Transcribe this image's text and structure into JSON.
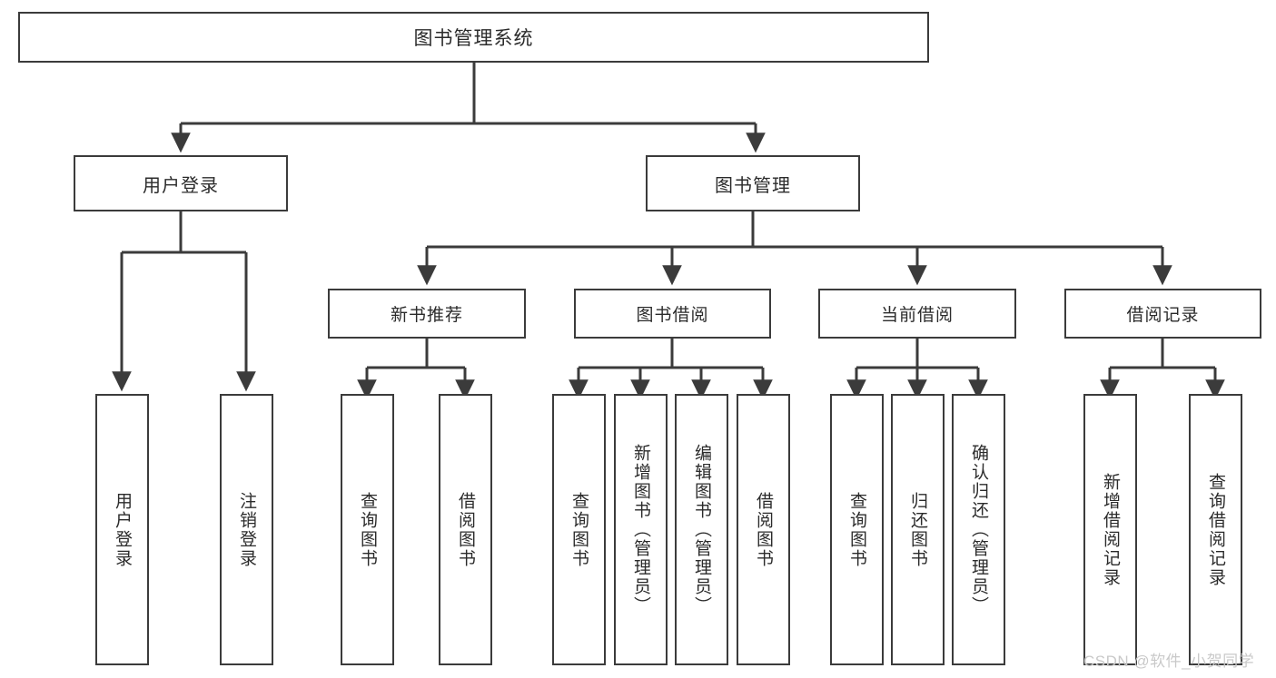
{
  "diagram": {
    "type": "tree-hierarchy",
    "title": "图书管理系统",
    "root": {
      "label": "图书管理系统"
    },
    "level1": [
      {
        "label": "用户登录"
      },
      {
        "label": "图书管理"
      }
    ],
    "level2": [
      {
        "label": "新书推荐"
      },
      {
        "label": "图书借阅"
      },
      {
        "label": "当前借阅"
      },
      {
        "label": "借阅记录"
      }
    ],
    "leaves": {
      "user_login": [
        {
          "label": "用户登录"
        },
        {
          "label": "注销登录"
        }
      ],
      "new_book_recommend": [
        {
          "label": "查询图书"
        },
        {
          "label": "借阅图书"
        }
      ],
      "book_borrow": [
        {
          "label": "查询图书"
        },
        {
          "label": "新增图书（管理员）"
        },
        {
          "label": "编辑图书（管理员）"
        },
        {
          "label": "借阅图书"
        }
      ],
      "current_borrow": [
        {
          "label": "查询图书"
        },
        {
          "label": "归还图书"
        },
        {
          "label": "确认归还（管理员）"
        }
      ],
      "borrow_record": [
        {
          "label": "新增借阅记录"
        },
        {
          "label": "查询借阅记录"
        }
      ]
    }
  },
  "watermark": {
    "text": "CSDN @软件_小贺同学"
  },
  "colors": {
    "border": "#3b3b3b",
    "text": "#2b2b2b",
    "background": "#ffffff",
    "watermark": "#c9c9c9"
  }
}
